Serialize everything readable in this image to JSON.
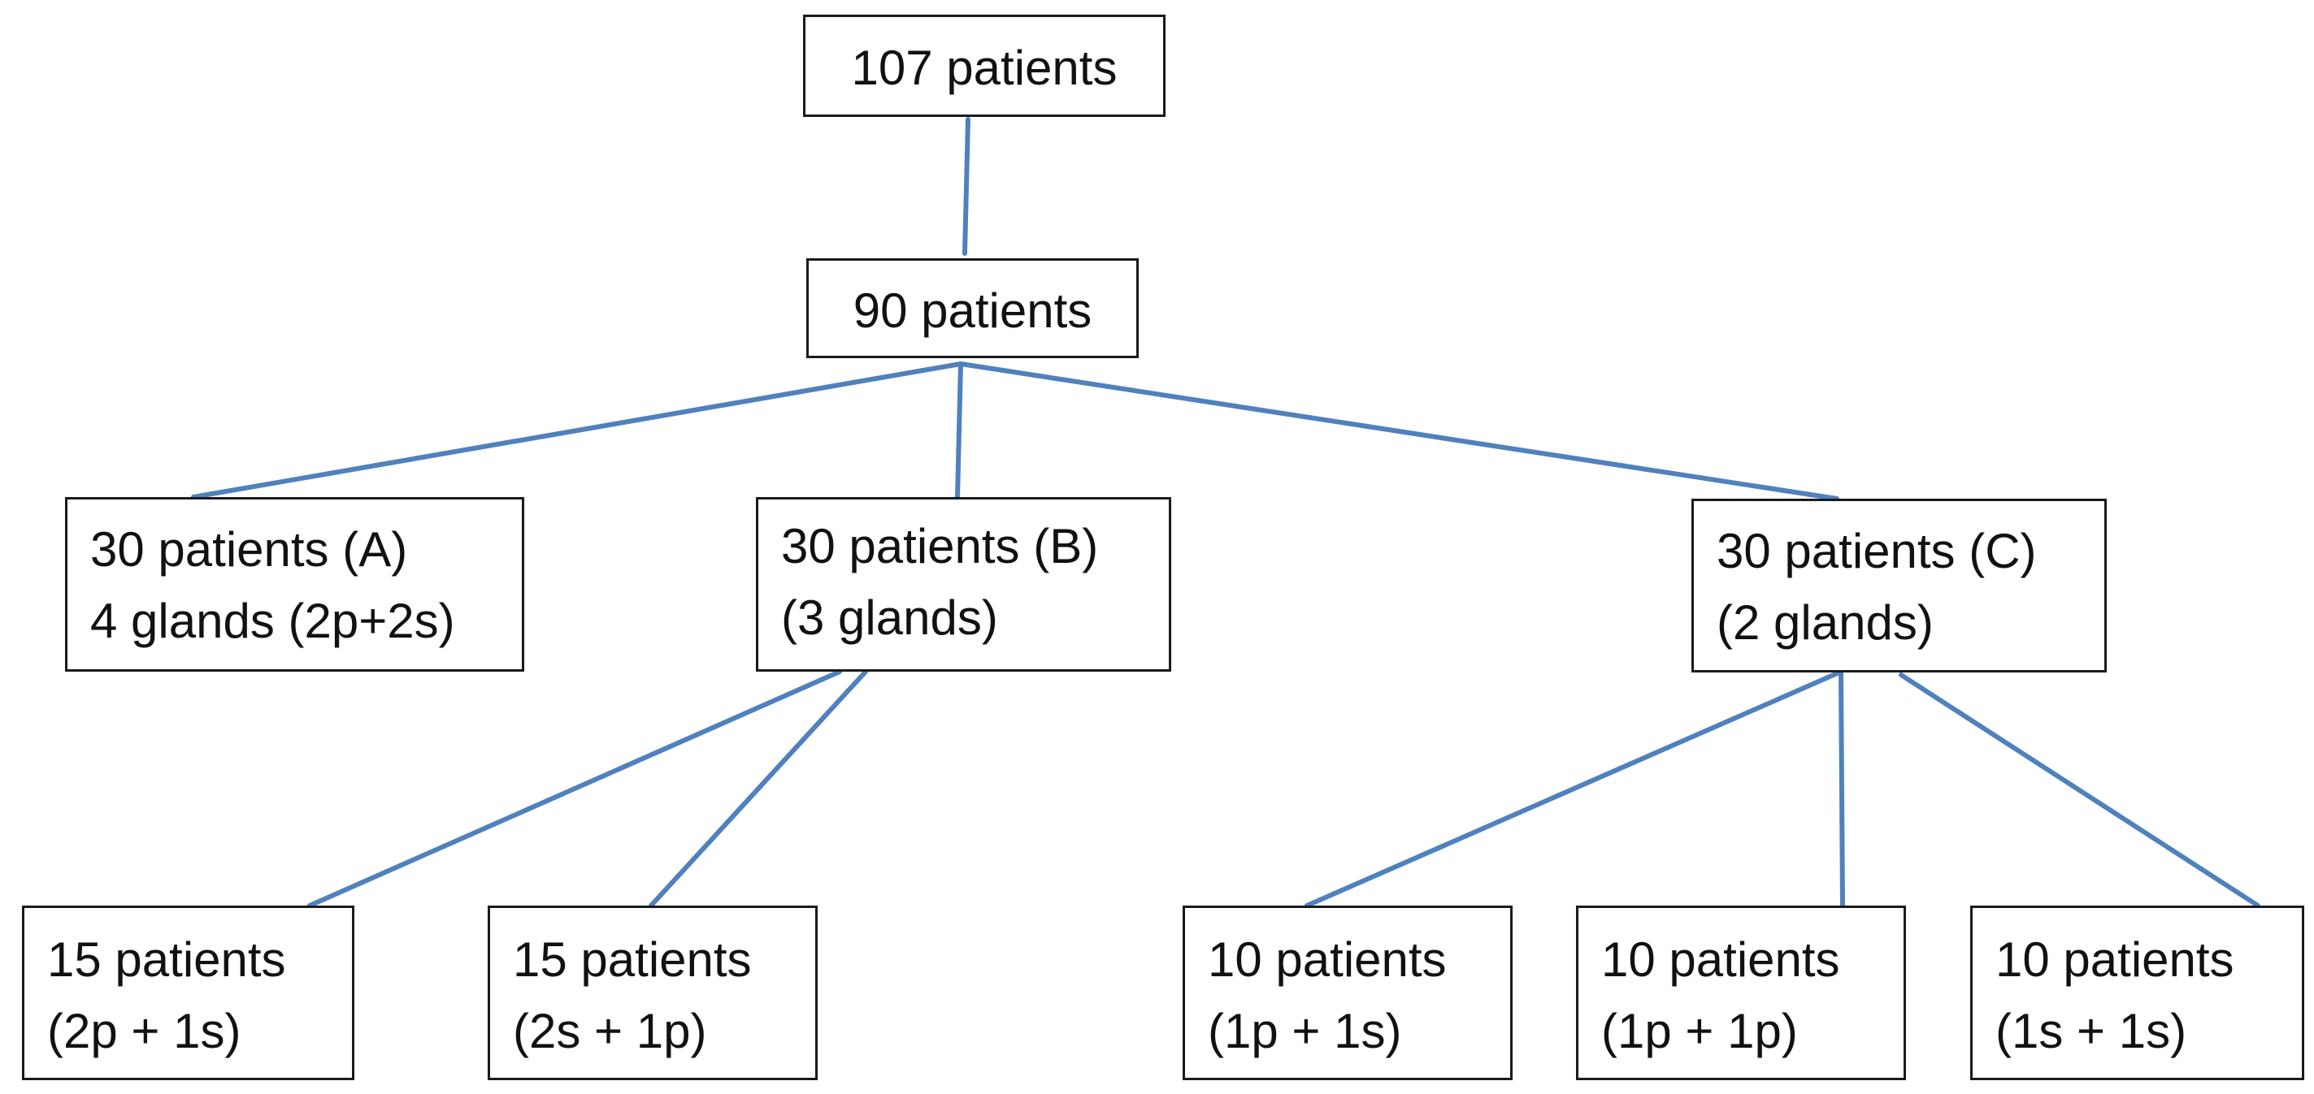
{
  "connector_color": "#4f81bd",
  "nodes": {
    "root": {
      "lines": [
        "107 patients"
      ]
    },
    "level1": {
      "lines": [
        "90 patients"
      ]
    },
    "group_a": {
      "lines": [
        "30 patients (A)",
        "4 glands (2p+2s)"
      ]
    },
    "group_b": {
      "lines": [
        "30 patients (B)",
        "(3 glands)"
      ]
    },
    "group_c": {
      "lines": [
        "30 patients (C)",
        "(2 glands)"
      ]
    },
    "b1": {
      "lines": [
        "15 patients",
        "(2p + 1s)"
      ]
    },
    "b2": {
      "lines": [
        "15 patients",
        "(2s + 1p)"
      ]
    },
    "c1": {
      "lines": [
        "10 patients",
        "(1p + 1s)"
      ]
    },
    "c2": {
      "lines": [
        "10 patients",
        "(1p + 1p)"
      ]
    },
    "c3": {
      "lines": [
        "10 patients",
        "(1s + 1s)"
      ]
    }
  },
  "edges": [
    [
      "root",
      "level1"
    ],
    [
      "level1",
      "group_a"
    ],
    [
      "level1",
      "group_b"
    ],
    [
      "level1",
      "group_c"
    ],
    [
      "group_b",
      "b1"
    ],
    [
      "group_b",
      "b2"
    ],
    [
      "group_c",
      "c1"
    ],
    [
      "group_c",
      "c2"
    ],
    [
      "group_c",
      "c3"
    ]
  ]
}
